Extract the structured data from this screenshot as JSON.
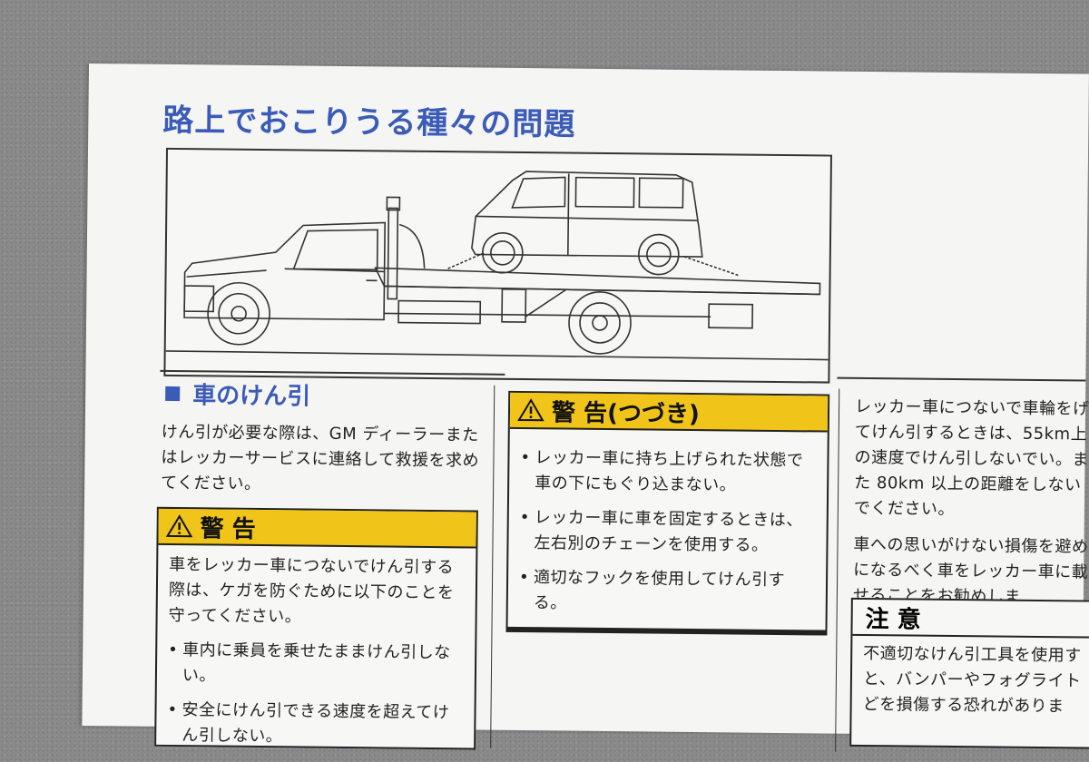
{
  "title": "路上でおこりうる種々の問題",
  "section": {
    "heading": "車のけん引",
    "intro": "けん引が必要な際は、GM ディーラーまたはレッカーサービスに連絡して救援を求めてください。"
  },
  "warning1": {
    "label": "警 告",
    "intro": "車をレッカー車につないでけん引する際は、ケガを防ぐために以下のことを守ってください。",
    "bullets": [
      "車内に乗員を乗せたままけん引しない。",
      "安全にけん引できる速度を超えてけん引しない。"
    ]
  },
  "warning2": {
    "label": "警 告(つづき)",
    "bullets": [
      "レッカー車に持ち上げられた状態で車の下にもぐり込まない。",
      "レッカー車に車を固定するときは、左右別のチェーンを使用する。",
      "適切なフックを使用してけん引する。"
    ]
  },
  "column3": {
    "para1": "レッカー車につないで車輪をげてけん引するときは、55km上の速度でけん引しないでい。また 80km 以上の距離をしないでください。",
    "para2": "車への思いがけない損傷を避めになるべく車をレッカー車に載せることをお勧めしま"
  },
  "caution": {
    "label": "注 意",
    "text": "不適切なけん引工具を使用すと、バンパーやフォグライトどを損傷する恐れがありま"
  },
  "colors": {
    "title_blue": "#3b5bb8",
    "warning_yellow": "#f0c419"
  }
}
